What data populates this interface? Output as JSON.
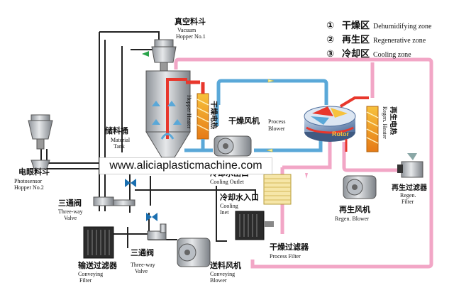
{
  "legend": [
    {
      "num": "①",
      "zh": "干燥区",
      "en": "Dehumidifying zone"
    },
    {
      "num": "②",
      "zh": "再生区",
      "en": "Regenerative zone"
    },
    {
      "num": "③",
      "zh": "冷却区",
      "en": "Cooling zone"
    }
  ],
  "watermark": "www.aliciaplasticmachine.com",
  "labels": {
    "vacuum_hopper": {
      "zh": "真空料斗",
      "en1": "Vacuum",
      "en2": "Hopper No.1"
    },
    "material_tank": {
      "zh": "储料桶",
      "en1": "Material",
      "en2": "Tank"
    },
    "hopper_heater": {
      "zh": "干燥电热",
      "en": "Hopper Heater"
    },
    "process_blower": {
      "zh": "干燥风机",
      "en1": "Process",
      "en2": "Blower"
    },
    "rotor": "Rotor",
    "regen_heater": {
      "zh": "再生电热",
      "en": "Regen. Heater"
    },
    "photosensor_hopper": {
      "zh": "电眼料斗",
      "en1": "Photosensor",
      "en2": "Hopper No.2"
    },
    "cooling_outlet": {
      "zh": "冷却水出口",
      "en": "Cooling Outlet"
    },
    "cooling_inlet": {
      "zh": "冷却水入口",
      "en1": "Cooling",
      "en2": "Inet"
    },
    "regen_filter": {
      "zh": "再生过滤器",
      "en1": "Regen.",
      "en2": "Filter"
    },
    "regen_blower": {
      "zh": "再生风机",
      "en": "Regen. Blower"
    },
    "three_way_valve_1": {
      "zh": "三通阀",
      "en1": "Three-way",
      "en2": "Valve"
    },
    "three_way_valve_2": {
      "zh": "三通阀",
      "en1": "Three-way",
      "en2": "Valve"
    },
    "conveying_filter": {
      "zh": "输送过滤器",
      "en1": "Conveying",
      "en2": "Filter"
    },
    "conveying_blower": {
      "zh": "送料风机",
      "en1": "Conveying",
      "en2": "Blower"
    },
    "process_filter": {
      "zh": "干燥过滤器",
      "en": "Process Filter"
    }
  },
  "colors": {
    "background": "#ffffff",
    "pink_pipe": "#f2a6c6",
    "blue_pipe": "#5aa8d8",
    "red_hot": "#e8372c",
    "heater": "#f39c12",
    "black_line": "#222222",
    "rotor": "#6a8bb8"
  }
}
